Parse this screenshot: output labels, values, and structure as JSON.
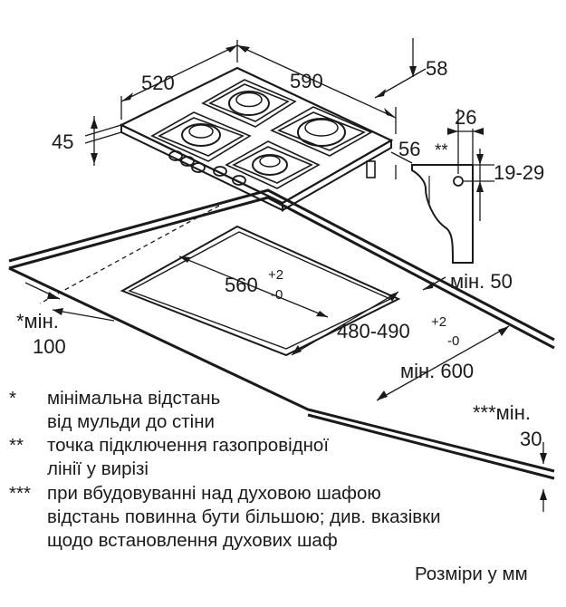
{
  "dimensions": {
    "depth_520": "520",
    "width_590": "590",
    "side_58": "58",
    "height_45": "45",
    "front_56": "56",
    "connector_26": "26",
    "connector_19_29": "19-29",
    "connector_mark": "**",
    "cutout_width": "560",
    "cutout_width_tol_plus": "+2",
    "cutout_width_tol_minus": "-0",
    "cutout_depth": "480-490",
    "cutout_depth_tol_plus": "+2",
    "cutout_depth_tol_minus": "-0",
    "min_50": "мін. 50",
    "min_600": "мін. 600",
    "left_min_label": "*мін.",
    "left_min_value": "100",
    "right_min_label": "***мін.",
    "right_min_value": "30"
  },
  "notes": [
    {
      "mark": "*",
      "lines": [
        "мінімальна відстань",
        "від мульди до стіни"
      ]
    },
    {
      "mark": "**",
      "lines": [
        "точка підключення газопровідної",
        "лінії у вирізі"
      ]
    },
    {
      "mark": "***",
      "lines": [
        "при вбудовуванні над духовою шафою",
        "відстань повинна бути більшою; див. вказівки",
        "щодо встановлення духових шаф"
      ]
    }
  ],
  "units_note": "Розміри у мм",
  "colors": {
    "line": "#1a1a1a",
    "burner_cap": "#c8c8c8",
    "background": "#ffffff"
  }
}
